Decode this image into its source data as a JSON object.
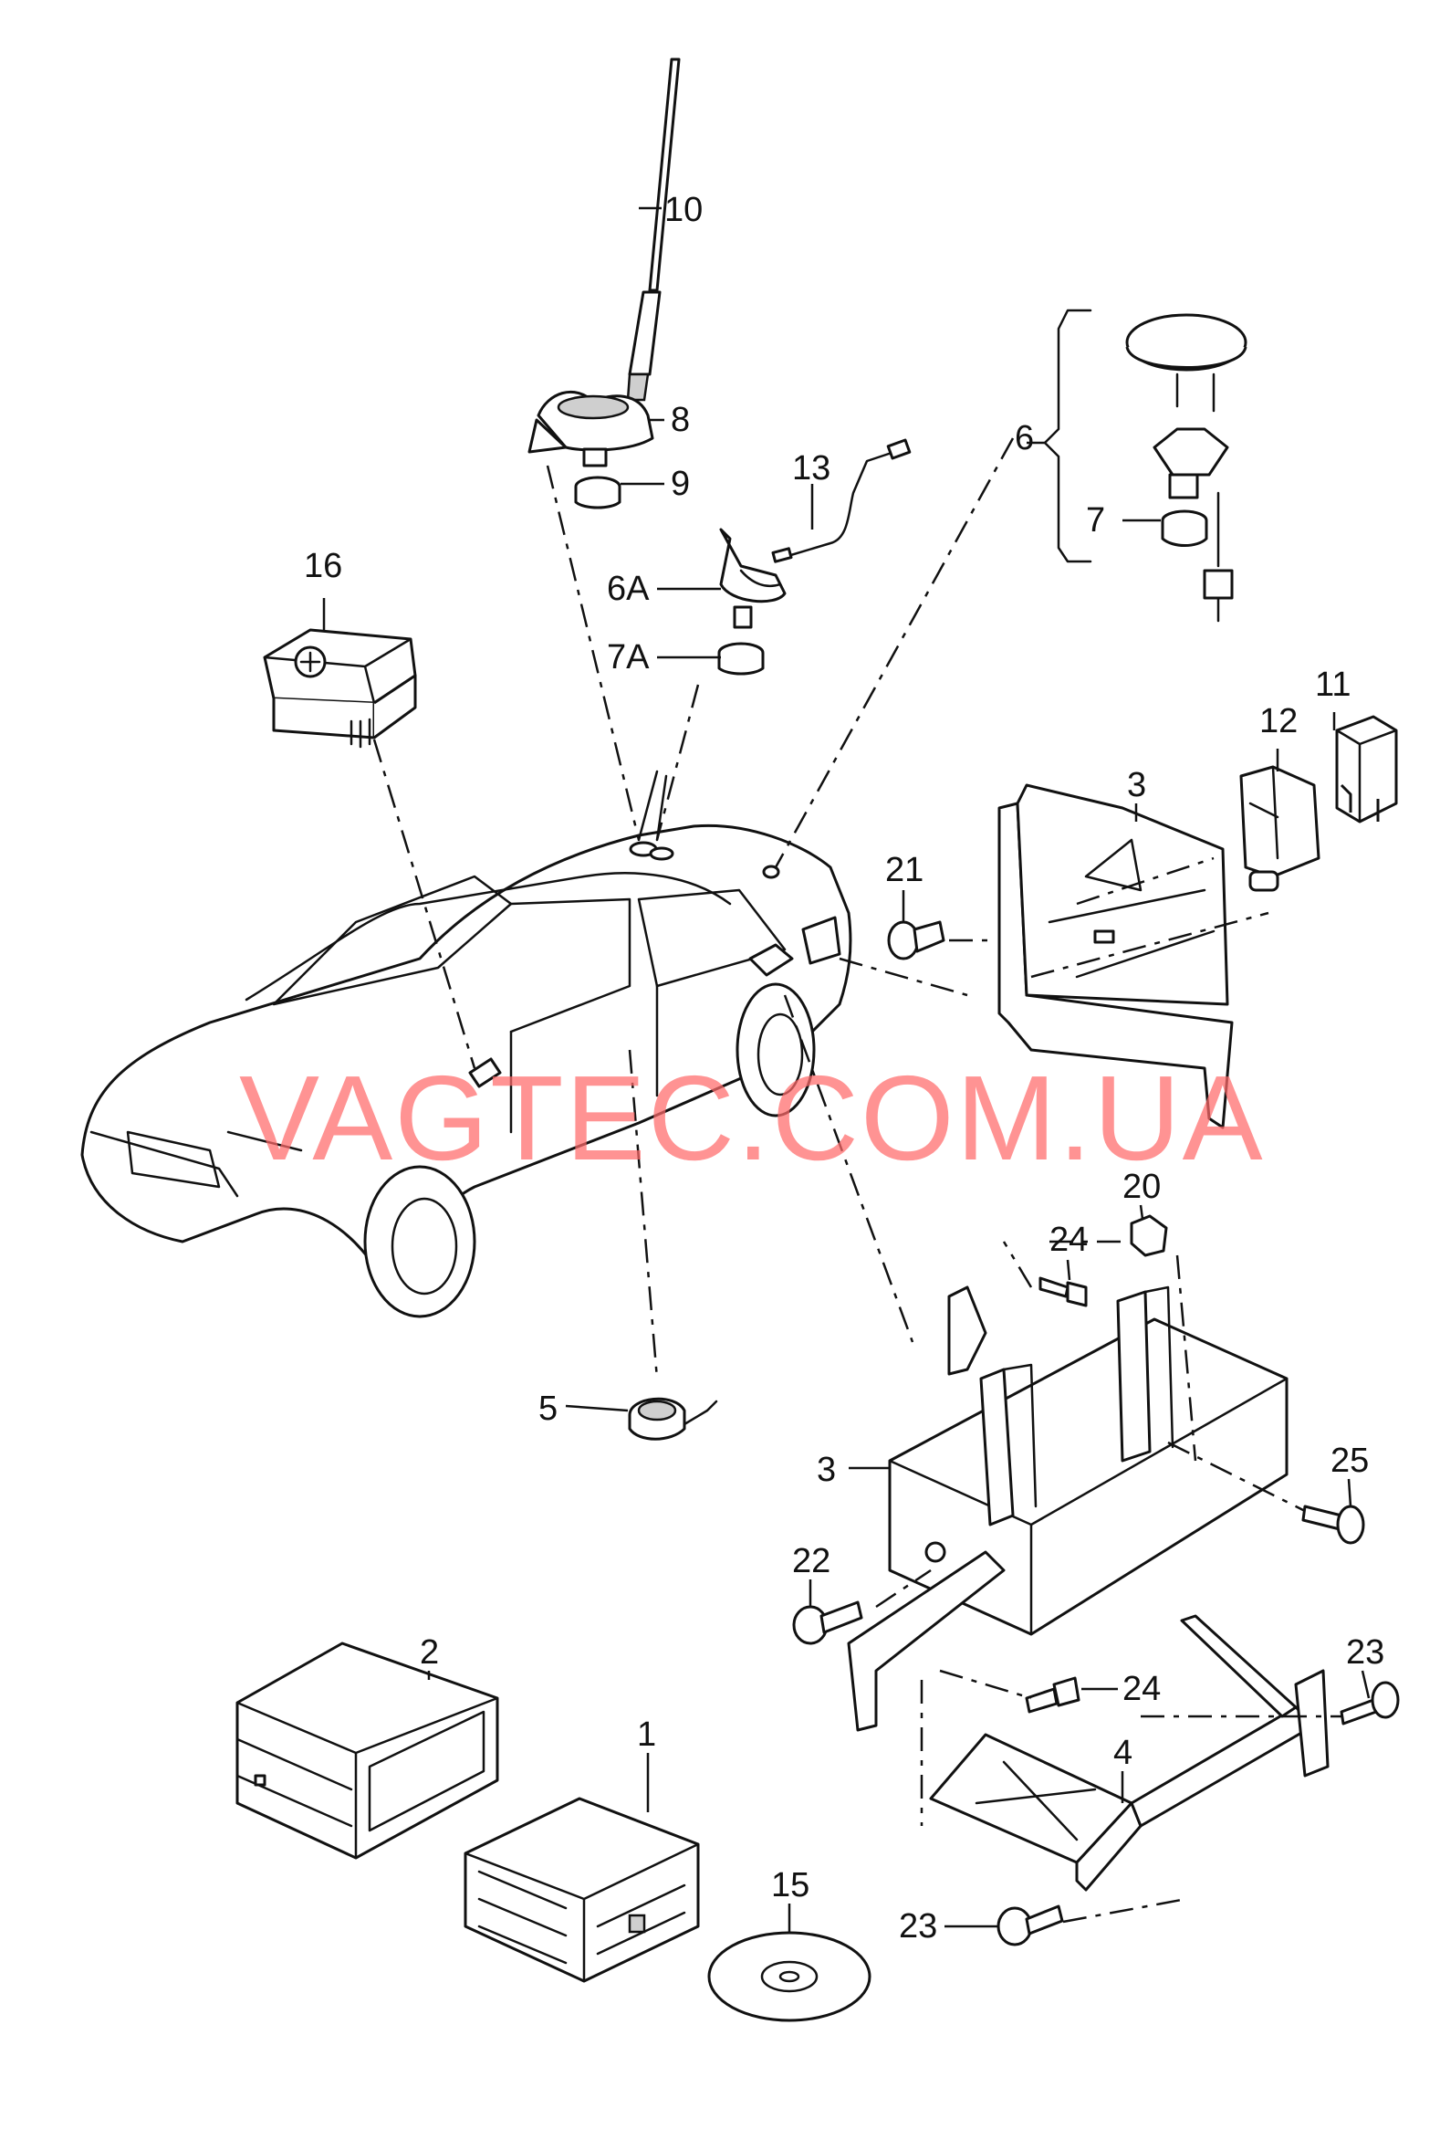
{
  "watermark": "VAGTEC.COM.UA",
  "callouts": {
    "c10": "10",
    "c8": "8",
    "c9": "9",
    "c13": "13",
    "c6": "6",
    "c7": "7",
    "c6a": "6A",
    "c7a": "7A",
    "c16": "16",
    "c11": "11",
    "c12": "12",
    "c3a": "3",
    "c21": "21",
    "c20": "20",
    "c24a": "24",
    "c5": "5",
    "c3b": "3",
    "c25": "25",
    "c22": "22",
    "c2": "2",
    "c23a": "23",
    "c24b": "24",
    "c1": "1",
    "c4": "4",
    "c15": "15",
    "c23b": "23"
  },
  "colors": {
    "line": "#111111",
    "watermark": "#ff6a6a",
    "background": "#ffffff"
  }
}
